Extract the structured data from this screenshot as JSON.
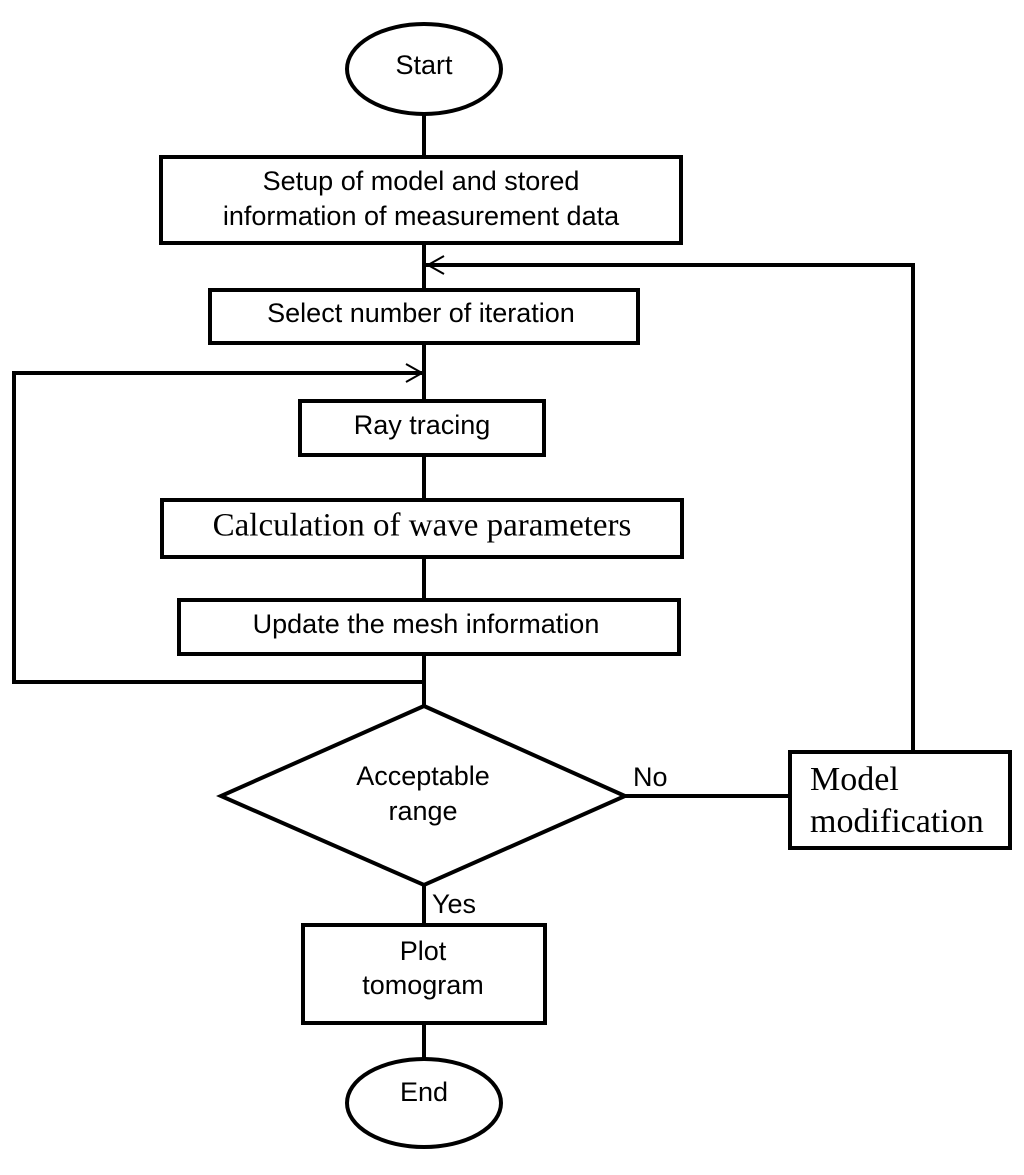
{
  "diagram": {
    "start": "Start",
    "setup": [
      "Setup of model and stored",
      "information of measurement data"
    ],
    "select": "Select number of iteration",
    "ray": "Ray tracing",
    "calc": "Calculation of wave parameters",
    "update": "Update the mesh information",
    "decision": [
      "Acceptable",
      "range"
    ],
    "no_label": "No",
    "yes_label": "Yes",
    "model": [
      "Model",
      "modification"
    ],
    "plot": [
      "Plot",
      "tomogram"
    ],
    "end": "End"
  }
}
